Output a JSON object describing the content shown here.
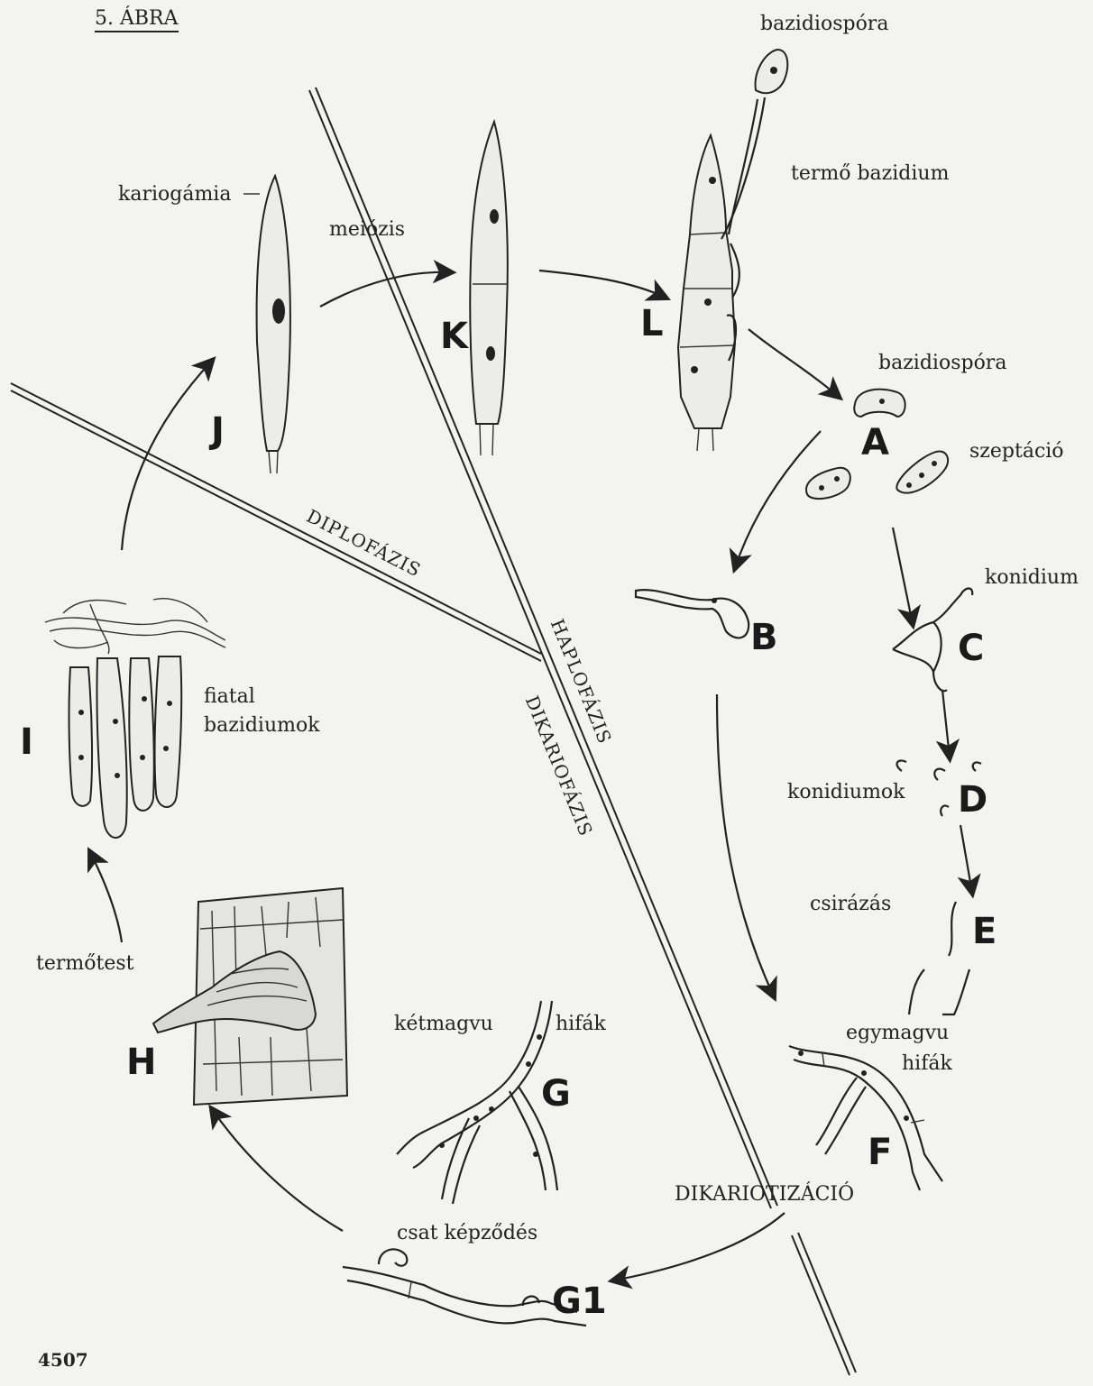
{
  "figure": {
    "title": "5. ÁBRA",
    "number": "4507"
  },
  "phases": {
    "diplo": "DIPLOFÁZIS",
    "haplo": "HAPLOFÁZIS",
    "dikario": "DIKARIOFÁZIS"
  },
  "labels": {
    "bazidiospora_top": "bazidiospóra",
    "termo_bazidium": "termő bazidium",
    "kariogamia": "kariogámia",
    "meiozis": "meiózis",
    "bazidiospora": "bazidiospóra",
    "szeptacio": "szeptáció",
    "konidium": "konidium",
    "konidiumok": "konidiumok",
    "csirazas": "csirázás",
    "egymagvu": "egymagvu",
    "hifak_f": "hifák",
    "ketmagvu": "kétmagvu",
    "hifak_g": "hifák",
    "dikariotizacio": "DIKARIOTIZÁCIÓ",
    "csat_kepzodes": "csat képződés",
    "termotest": "termőtest",
    "fiatal": "fiatal",
    "bazidiumok": "bazidiumok"
  },
  "stages": {
    "A": "A",
    "B": "B",
    "C": "C",
    "D": "D",
    "E": "E",
    "F": "F",
    "G": "G",
    "G1": "G1",
    "H": "H",
    "I": "I",
    "J": "J",
    "K": "K",
    "L": "L"
  }
}
